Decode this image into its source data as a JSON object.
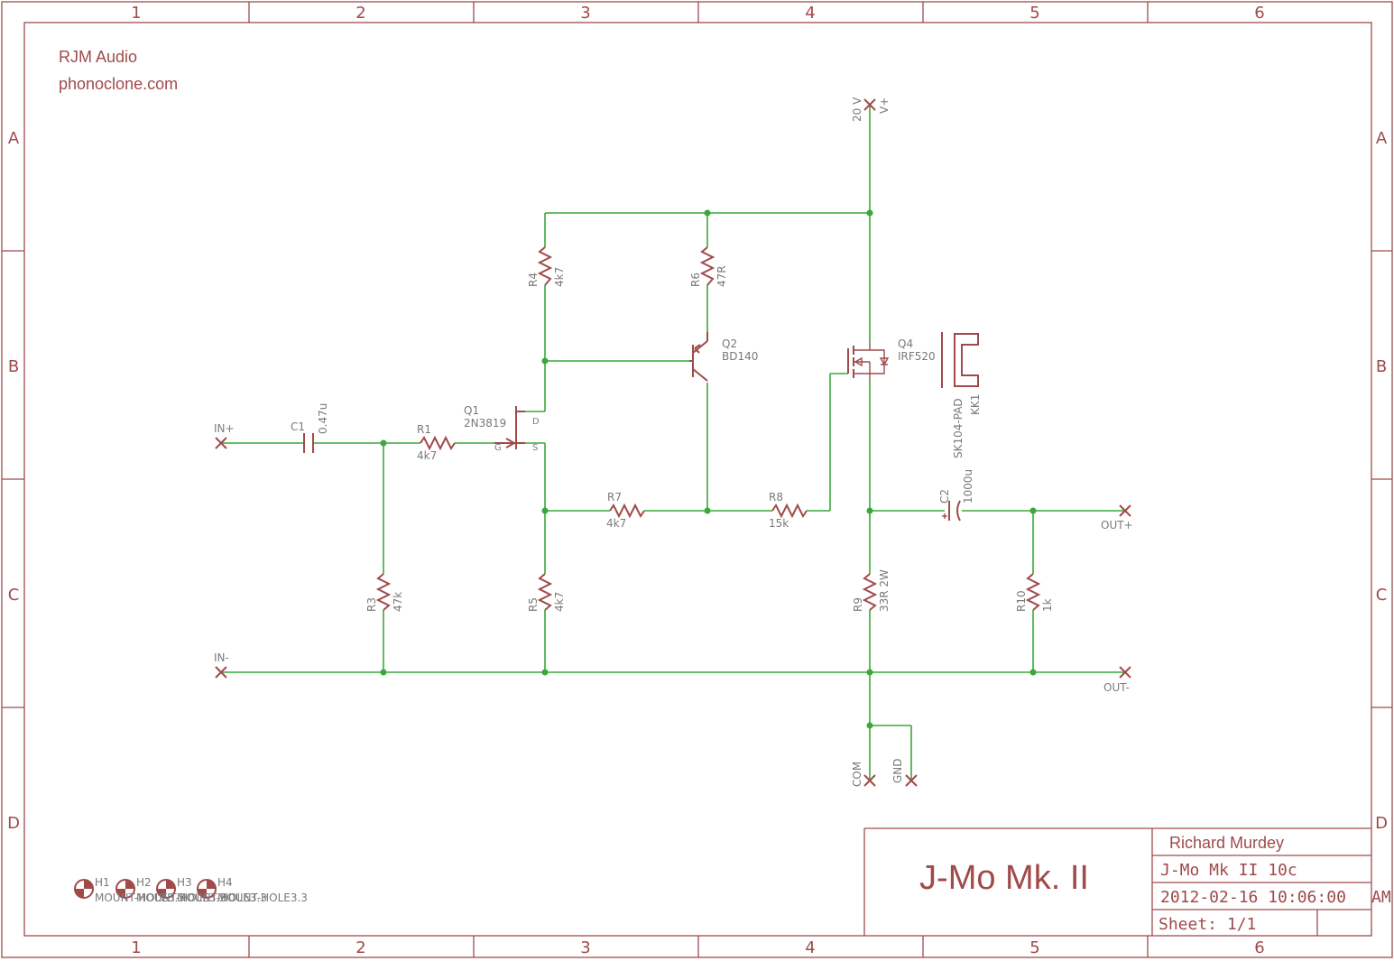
{
  "header": {
    "brand": "RJM Audio",
    "website": "phonoclone.com"
  },
  "frame": {
    "columns": [
      "1",
      "2",
      "3",
      "4",
      "5",
      "6"
    ],
    "rows": [
      "A",
      "B",
      "C",
      "D"
    ]
  },
  "title_block": {
    "title": "J-Mo Mk. II",
    "author": "Richard Murdey",
    "file": "J-Mo  Mk  II  10c",
    "date": "2012-02-16  10:06:00",
    "ampm": "AM",
    "sheet": "Sheet: 1/1"
  },
  "ports": {
    "in_plus": "IN+",
    "in_minus": "IN-",
    "out_plus": "OUT+",
    "out_minus": "OUT-",
    "vplus_net": "V+",
    "vplus_value": "20 V",
    "com": "COM",
    "gnd": "GND"
  },
  "components": {
    "c1": {
      "name": "C1",
      "value": "0.47u"
    },
    "c2": {
      "name": "C2",
      "value": "1000u"
    },
    "r1": {
      "name": "R1",
      "value": "4k7"
    },
    "r3": {
      "name": "R3",
      "value": "47k"
    },
    "r4": {
      "name": "R4",
      "value": "4k7"
    },
    "r5": {
      "name": "R5",
      "value": "4k7"
    },
    "r6": {
      "name": "R6",
      "value": "47R"
    },
    "r7": {
      "name": "R7",
      "value": "4k7"
    },
    "r8": {
      "name": "R8",
      "value": "15k"
    },
    "r9": {
      "name": "R9",
      "value": "33R 2W"
    },
    "r10": {
      "name": "R10",
      "value": "1k"
    },
    "q1": {
      "name": "Q1",
      "value": "2N3819",
      "pin_g": "G",
      "pin_d": "D",
      "pin_s": "S"
    },
    "q2": {
      "name": "Q2",
      "value": "BD140"
    },
    "q4": {
      "name": "Q4",
      "value": "IRF520"
    },
    "kk1": {
      "name": "KK1",
      "value": "SK104-PAD"
    }
  },
  "mounting_holes": {
    "labels": [
      "H1",
      "H2",
      "H3",
      "H4"
    ],
    "value": "MOUNT-HOLE3.3"
  },
  "colors": {
    "symbol": "#a04a4a",
    "wire": "#3aa83a",
    "label": "#7a7a7a"
  }
}
